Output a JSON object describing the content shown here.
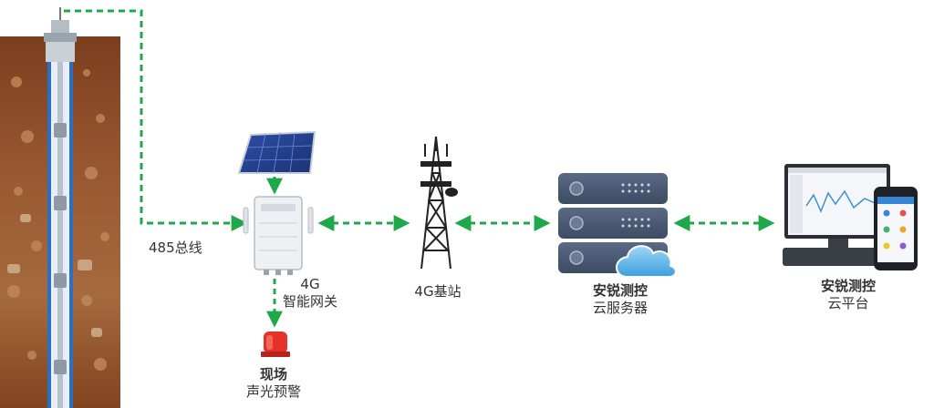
{
  "colors": {
    "connector": "#1fa84a",
    "soil": "#8b4a26",
    "pipe": "#2a6fc0",
    "text": "#333333"
  },
  "labels": {
    "bus": "485总线",
    "gateway_line1": "4G",
    "gateway_line2": "智能网关",
    "station": "4G基站",
    "server_bold": "安锐测控",
    "server_plain": "云服务器",
    "platform_bold": "安锐测控",
    "platform_plain": "云平台",
    "alarm_bold": "现场",
    "alarm_plain": "声光预警"
  },
  "icons": {
    "borehole": "borehole-sensor-icon",
    "solar": "solar-panel-icon",
    "gateway": "gateway-icon",
    "tower": "cell-tower-icon",
    "server": "cloud-server-icon",
    "computer": "desktop-computer-icon",
    "phone": "smartphone-icon",
    "alarm": "alarm-light-icon"
  }
}
